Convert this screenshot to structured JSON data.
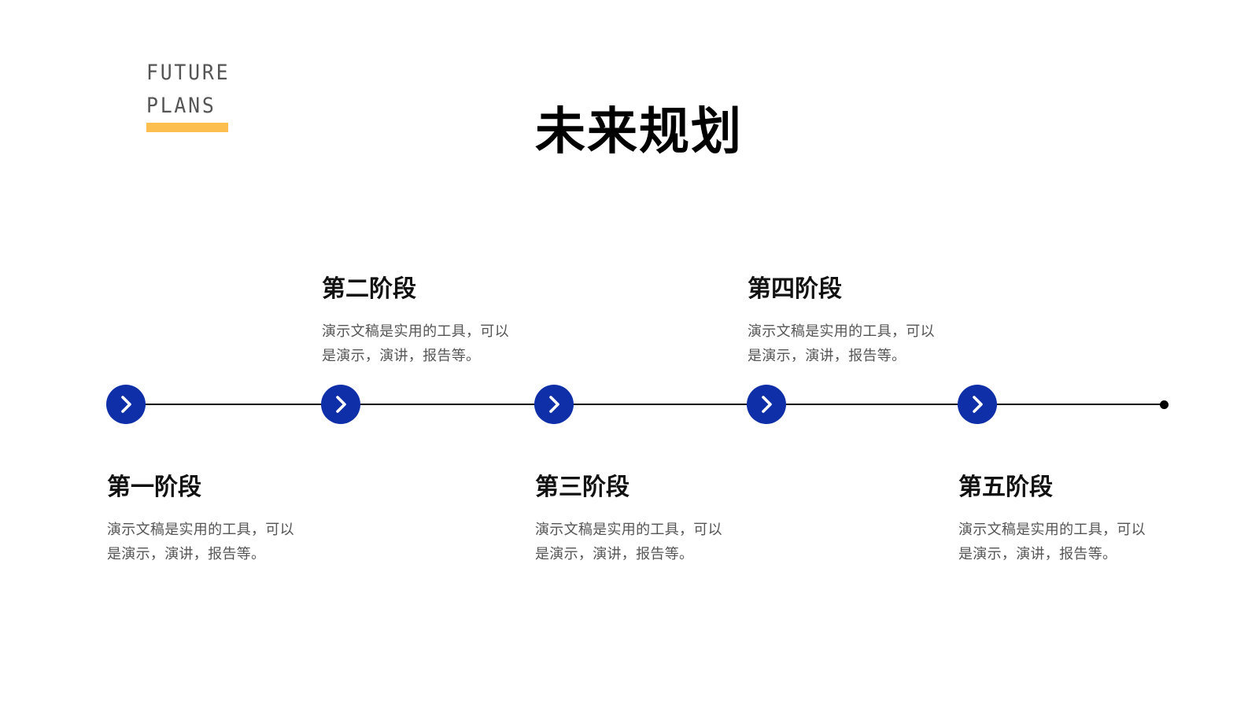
{
  "logo": {
    "line1": "FUTURE",
    "line2": "PLANS",
    "accent_color": "#FBBE4F"
  },
  "title": "未来规划",
  "colors": {
    "node": "#0E2FA8",
    "line": "#000000",
    "text": "#111111",
    "muted": "#555555"
  },
  "timeline": {
    "node_icon": "chevron-right-icon",
    "stages": [
      {
        "title": "第一阶段",
        "desc": "演示文稿是实用的工具，可以\n是演示，演讲，报告等。"
      },
      {
        "title": "第二阶段",
        "desc": "演示文稿是实用的工具，可以\n是演示，演讲，报告等。"
      },
      {
        "title": "第三阶段",
        "desc": "演示文稿是实用的工具，可以\n是演示，演讲，报告等。"
      },
      {
        "title": "第四阶段",
        "desc": "演示文稿是实用的工具，可以\n是演示，演讲，报告等。"
      },
      {
        "title": "第五阶段",
        "desc": "演示文稿是实用的工具，可以\n是演示，演讲，报告等。"
      }
    ]
  }
}
